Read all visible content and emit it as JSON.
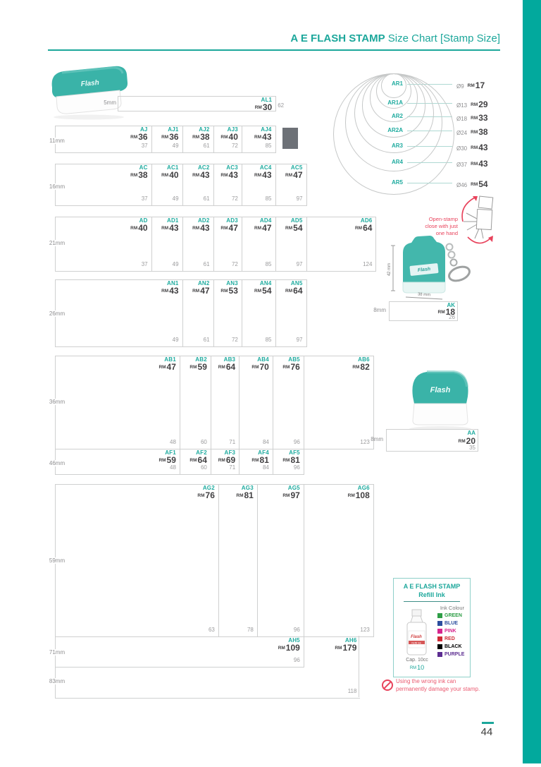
{
  "header": {
    "title_bold": "A E FLASH STAMP",
    "title_rest": " Size Chart [Stamp Size]"
  },
  "currency_prefix": "RM",
  "branding": {
    "logo_text": "Flash"
  },
  "size_groups": [
    {
      "id": "AL",
      "size_label": "5mm",
      "models": [
        {
          "code": "AL1",
          "price": "30",
          "width": "62"
        }
      ]
    },
    {
      "id": "AJ",
      "size_label": "11mm",
      "models": [
        {
          "code": "AJ",
          "price": "36",
          "width": "37"
        },
        {
          "code": "AJ1",
          "price": "36",
          "width": "49"
        },
        {
          "code": "AJ2",
          "price": "38",
          "width": "61"
        },
        {
          "code": "AJ3",
          "price": "40",
          "width": "72"
        },
        {
          "code": "AJ4",
          "price": "43",
          "width": "85"
        }
      ]
    },
    {
      "id": "AC",
      "size_label": "16mm",
      "models": [
        {
          "code": "AC",
          "price": "38",
          "width": "37"
        },
        {
          "code": "AC1",
          "price": "40",
          "width": "49"
        },
        {
          "code": "AC2",
          "price": "43",
          "width": "61"
        },
        {
          "code": "AC3",
          "price": "43",
          "width": "72"
        },
        {
          "code": "AC4",
          "price": "43",
          "width": "85"
        },
        {
          "code": "AC5",
          "price": "47",
          "width": "97"
        }
      ]
    },
    {
      "id": "AD",
      "size_label": "21mm",
      "models": [
        {
          "code": "AD",
          "price": "40",
          "width": "37"
        },
        {
          "code": "AD1",
          "price": "43",
          "width": "49"
        },
        {
          "code": "AD2",
          "price": "43",
          "width": "61"
        },
        {
          "code": "AD3",
          "price": "47",
          "width": "72"
        },
        {
          "code": "AD4",
          "price": "47",
          "width": "85"
        },
        {
          "code": "AD5",
          "price": "54",
          "width": "97"
        },
        {
          "code": "AD6",
          "price": "64",
          "width": "124"
        }
      ]
    },
    {
      "id": "AN",
      "size_label": "26mm",
      "models": [
        {
          "code": "AN1",
          "price": "43",
          "width": "49"
        },
        {
          "code": "AN2",
          "price": "47",
          "width": "61"
        },
        {
          "code": "AN3",
          "price": "53",
          "width": "72"
        },
        {
          "code": "AN4",
          "price": "54",
          "width": "85"
        },
        {
          "code": "AN5",
          "price": "64",
          "width": "97"
        }
      ]
    },
    {
      "id": "AB",
      "size_label": "36mm",
      "models": [
        {
          "code": "AB1",
          "price": "47",
          "width": "48"
        },
        {
          "code": "AB2",
          "price": "59",
          "width": "60"
        },
        {
          "code": "AB3",
          "price": "64",
          "width": "71"
        },
        {
          "code": "AB4",
          "price": "70",
          "width": "84"
        },
        {
          "code": "AB5",
          "price": "76",
          "width": "96"
        },
        {
          "code": "AB6",
          "price": "82",
          "width": "123"
        }
      ]
    },
    {
      "id": "AF",
      "size_label": "46mm",
      "models": [
        {
          "code": "AF1",
          "price": "59",
          "width": "48"
        },
        {
          "code": "AF2",
          "price": "64",
          "width": "60"
        },
        {
          "code": "AF3",
          "price": "69",
          "width": "71"
        },
        {
          "code": "AF4",
          "price": "81",
          "width": "84"
        },
        {
          "code": "AF5",
          "price": "81",
          "width": "96"
        }
      ]
    },
    {
      "id": "AG",
      "size_label": "59mm",
      "models": [
        {
          "code": "AG2",
          "price": "76",
          "width": "63"
        },
        {
          "code": "AG3",
          "price": "81",
          "width": "78"
        },
        {
          "code": "AG5",
          "price": "97",
          "width": "96"
        },
        {
          "code": "AG6",
          "price": "108",
          "width": "123"
        }
      ]
    },
    {
      "id": "AH5",
      "size_label": "71mm",
      "models": [
        {
          "code": "AH5",
          "price": "109",
          "width": "96"
        }
      ]
    },
    {
      "id": "AH6",
      "size_label": "83mm",
      "models": [
        {
          "code": "AH6",
          "price": "179",
          "width": "118"
        }
      ]
    }
  ],
  "round_stamps": {
    "items": [
      {
        "code": "AR1",
        "diameter": "Ø9",
        "price": "17",
        "d_mm": 9
      },
      {
        "code": "AR1A",
        "diameter": "Ø13",
        "price": "29",
        "d_mm": 13
      },
      {
        "code": "AR2",
        "diameter": "Ø18",
        "price": "33",
        "d_mm": 18
      },
      {
        "code": "AR2A",
        "diameter": "Ø24",
        "price": "38",
        "d_mm": 24
      },
      {
        "code": "AR3",
        "diameter": "Ø30",
        "price": "43",
        "d_mm": 30
      },
      {
        "code": "AR4",
        "diameter": "Ø37",
        "price": "43",
        "d_mm": 37
      },
      {
        "code": "AR5",
        "diameter": "Ø46",
        "price": "54",
        "d_mm": 46
      }
    ]
  },
  "keychain": {
    "note_lines": [
      "Open-stamp",
      "close with just",
      "one hand"
    ],
    "height_dim": "42 mm",
    "width_dim": "38 mm"
  },
  "ak_row": {
    "size_label": "8mm",
    "code": "AK",
    "price": "18",
    "width": "26"
  },
  "aa_row": {
    "size_label": "8mm",
    "code": "AA",
    "price": "20",
    "width": "35"
  },
  "refill": {
    "title_line1": "A E FLASH STAMP",
    "title_line2": "Refill Ink",
    "ink_colour_label": "Ink Colour",
    "colors": [
      {
        "name": "GREEN",
        "hex": "#2e9e46"
      },
      {
        "name": "BLUE",
        "hex": "#2b4d9e"
      },
      {
        "name": "PINK",
        "hex": "#d6258e"
      },
      {
        "name": "RED",
        "hex": "#cf2b36"
      },
      {
        "name": "BLACK",
        "hex": "#000000"
      },
      {
        "name": "PURPLE",
        "hex": "#5c2d91"
      }
    ],
    "cap": "Cap. 10cc",
    "price": "10",
    "warning_line1": "Using the wrong ink can",
    "warning_line2": "permanently damage your stamp."
  },
  "footer": {
    "page_number": "44"
  },
  "colors": {
    "teal_accent": "#1CA79B",
    "edge_band": "#02A99D",
    "warning_red": "#E8435C",
    "gray_block": "#6d7177"
  }
}
